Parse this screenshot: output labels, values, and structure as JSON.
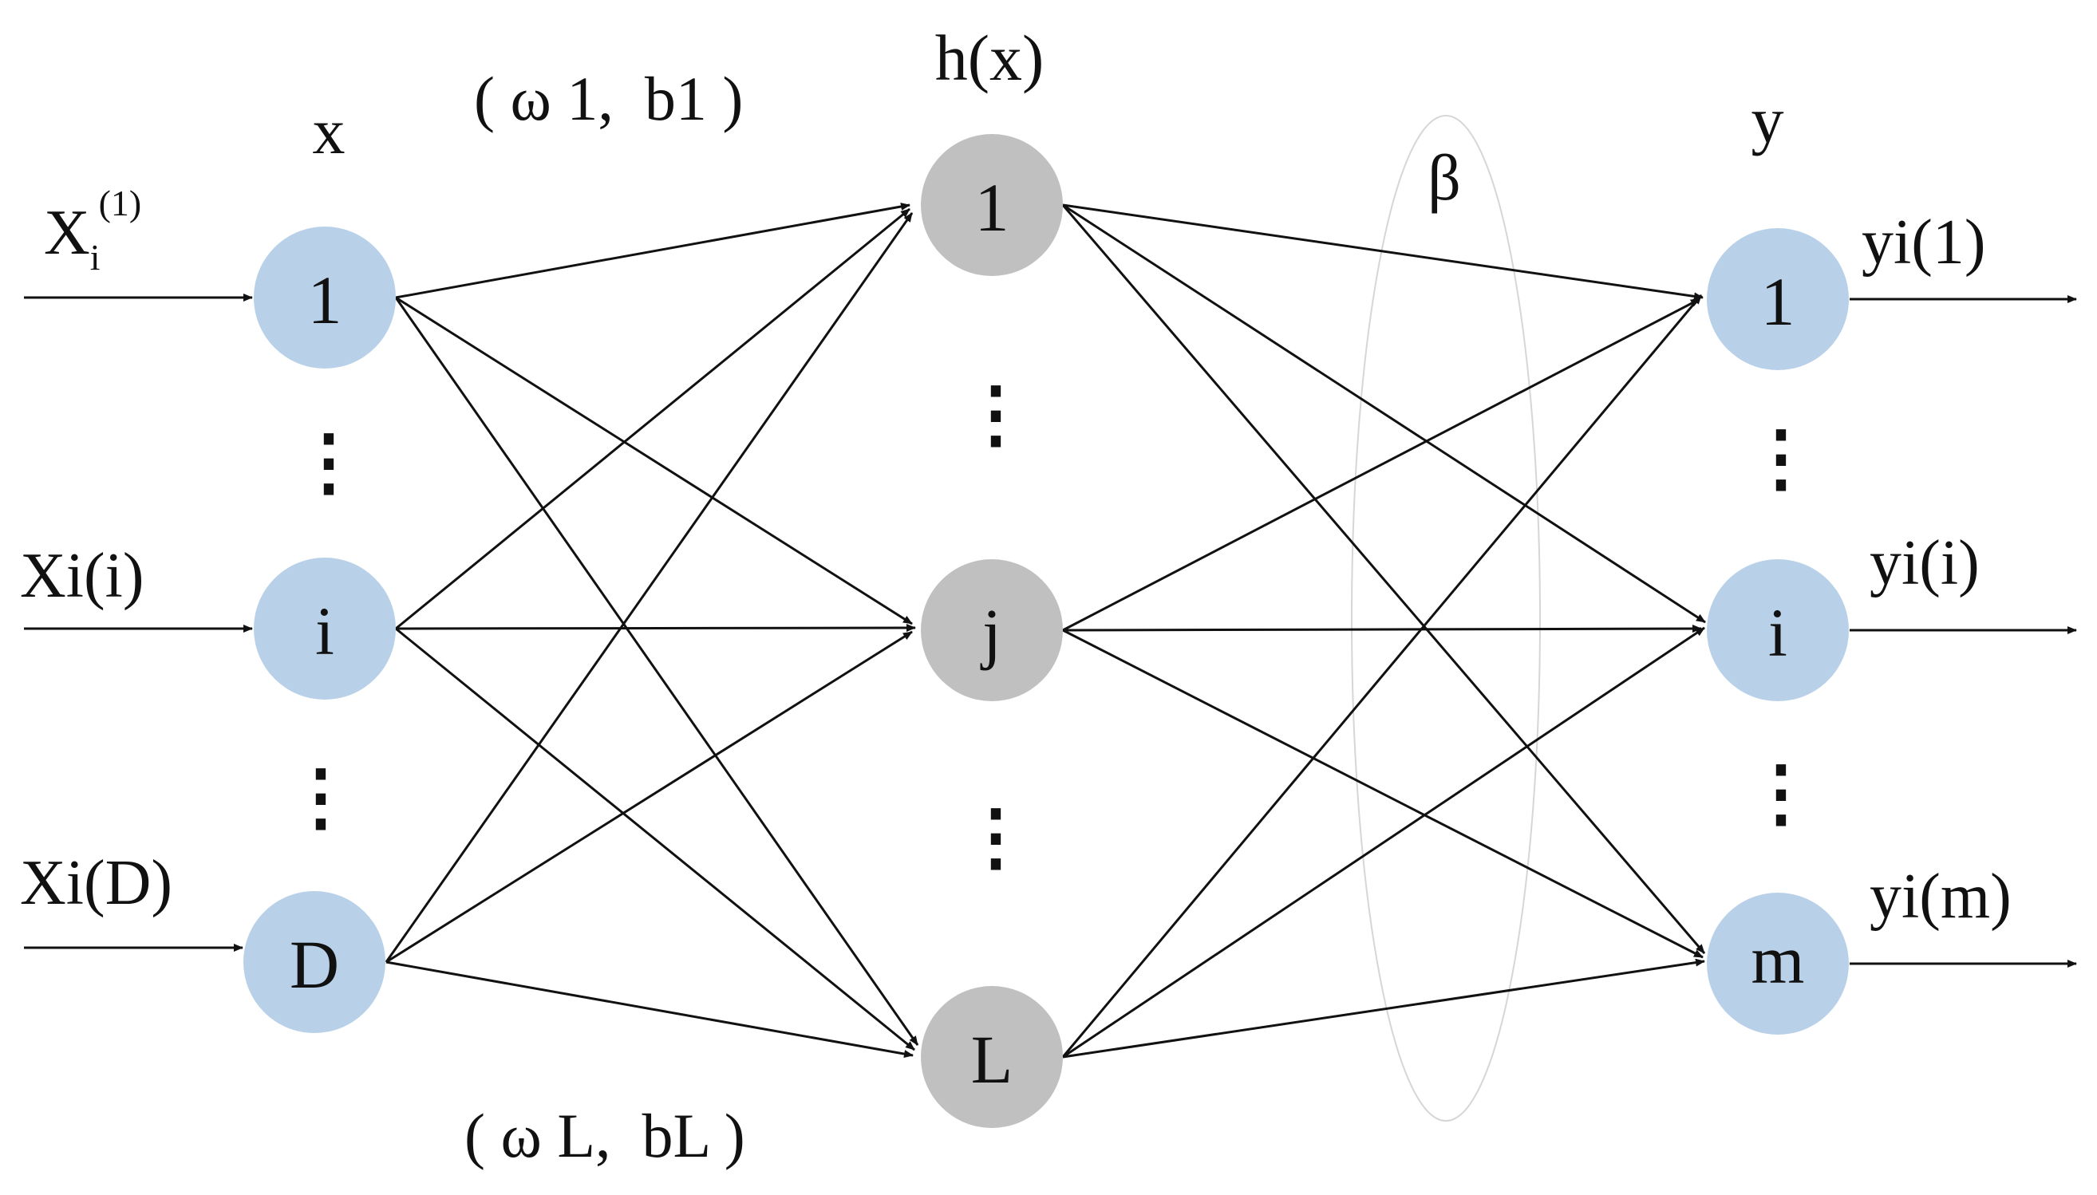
{
  "colors": {
    "input_node": "#b8d1e9",
    "hidden_node": "#c0c0c0",
    "output_node": "#b8d1e9",
    "edge": "#111111",
    "ellipse": "#d6d6d6"
  },
  "layers": {
    "input": {
      "label": "x",
      "nodes": [
        "1",
        "i",
        "D"
      ],
      "inputs": {
        "first": {
          "base": "X",
          "sub": "i",
          "sup": "(1)"
        },
        "middle": "Xi(i)",
        "last": "Xi(D)"
      }
    },
    "hidden": {
      "label": "h(x)",
      "nodes": [
        "1",
        "j",
        "L"
      ]
    },
    "output": {
      "label": "y",
      "nodes": [
        "1",
        "i",
        "m"
      ],
      "outputs": [
        "yi(1)",
        "yi(i)",
        "yi(m)"
      ]
    }
  },
  "params": {
    "top": "( ω 1,  b1 )",
    "bottom": "( ω L,  bL )",
    "beta": "β"
  },
  "ellipsis": "⋮"
}
